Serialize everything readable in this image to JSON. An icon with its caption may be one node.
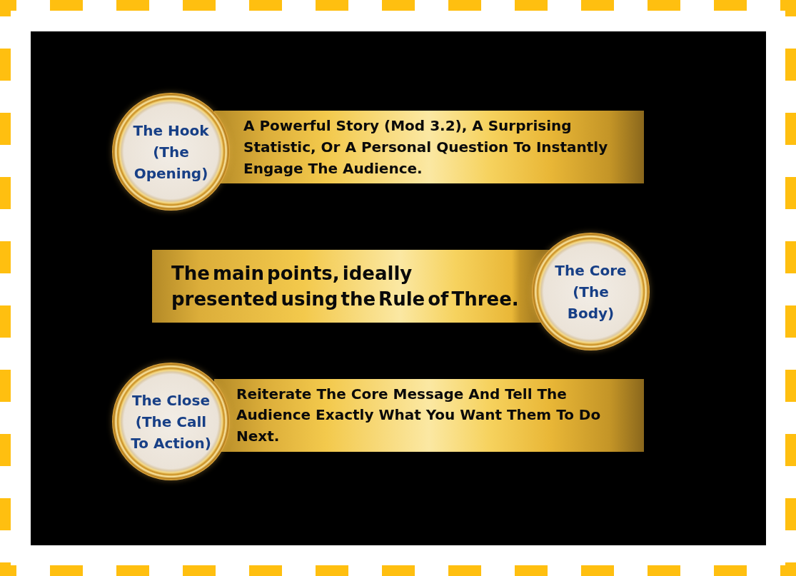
{
  "diagram": {
    "nodes": [
      {
        "text": [
          "The Hook (The Opening)"
        ]
      },
      {
        "text": [
          "A Powerful Story (Mod 3.2), A Surprising Statistic, Or A Personal Question To Instantly Engage The Audience."
        ]
      },
      {
        "text": [
          "The main points, ideally presented using the Rule of Three."
        ]
      },
      {
        "text": [
          "The Core (The Body)"
        ]
      },
      {
        "text": [
          "The Close (The Call To Action)"
        ]
      },
      {
        "text": [
          "Reiterate The Core Message And Tell The Audience Exactly What You Want Them To Do Next."
        ]
      }
    ]
  }
}
